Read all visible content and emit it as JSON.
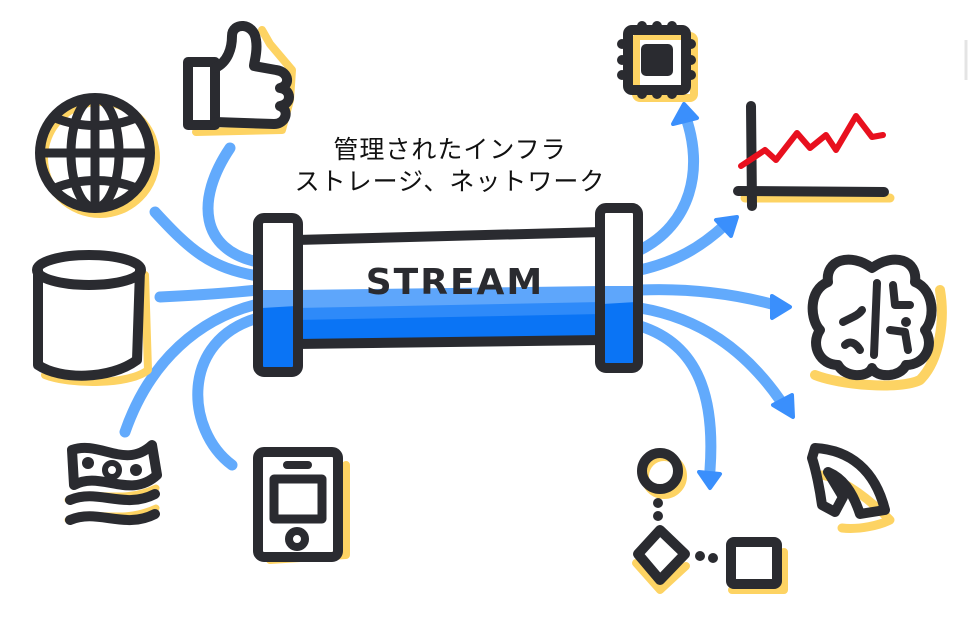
{
  "diagram": {
    "caption": {
      "line1": "管理されたインフラ",
      "line2": "ストレージ、ネットワーク"
    },
    "center": {
      "label": "STREAM",
      "shape": "pipe"
    },
    "inputs": [
      {
        "icon": "thumbs-up-icon",
        "meaning": "like"
      },
      {
        "icon": "globe-icon",
        "meaning": "web"
      },
      {
        "icon": "database-icon",
        "meaning": "storage"
      },
      {
        "icon": "money-icon",
        "meaning": "payments"
      },
      {
        "icon": "mobile-phone-icon",
        "meaning": "mobile"
      }
    ],
    "outputs": [
      {
        "icon": "cpu-chip-icon",
        "meaning": "compute"
      },
      {
        "icon": "line-chart-icon",
        "meaning": "analytics"
      },
      {
        "icon": "brain-icon",
        "meaning": "machine learning"
      },
      {
        "icon": "curved-arrow-icon",
        "meaning": "action"
      },
      {
        "icon": "flowchart-icon",
        "meaning": "workflow"
      }
    ],
    "colors": {
      "ink": "#2a2b30",
      "highlight": "#fdd363",
      "flow": "#62aafc",
      "flow_arrow": "#3a8ffc",
      "pipe_fill_light": "#5ea6fb",
      "pipe_fill_dark": "#0a74f5",
      "chart_line": "#e8101e"
    }
  }
}
